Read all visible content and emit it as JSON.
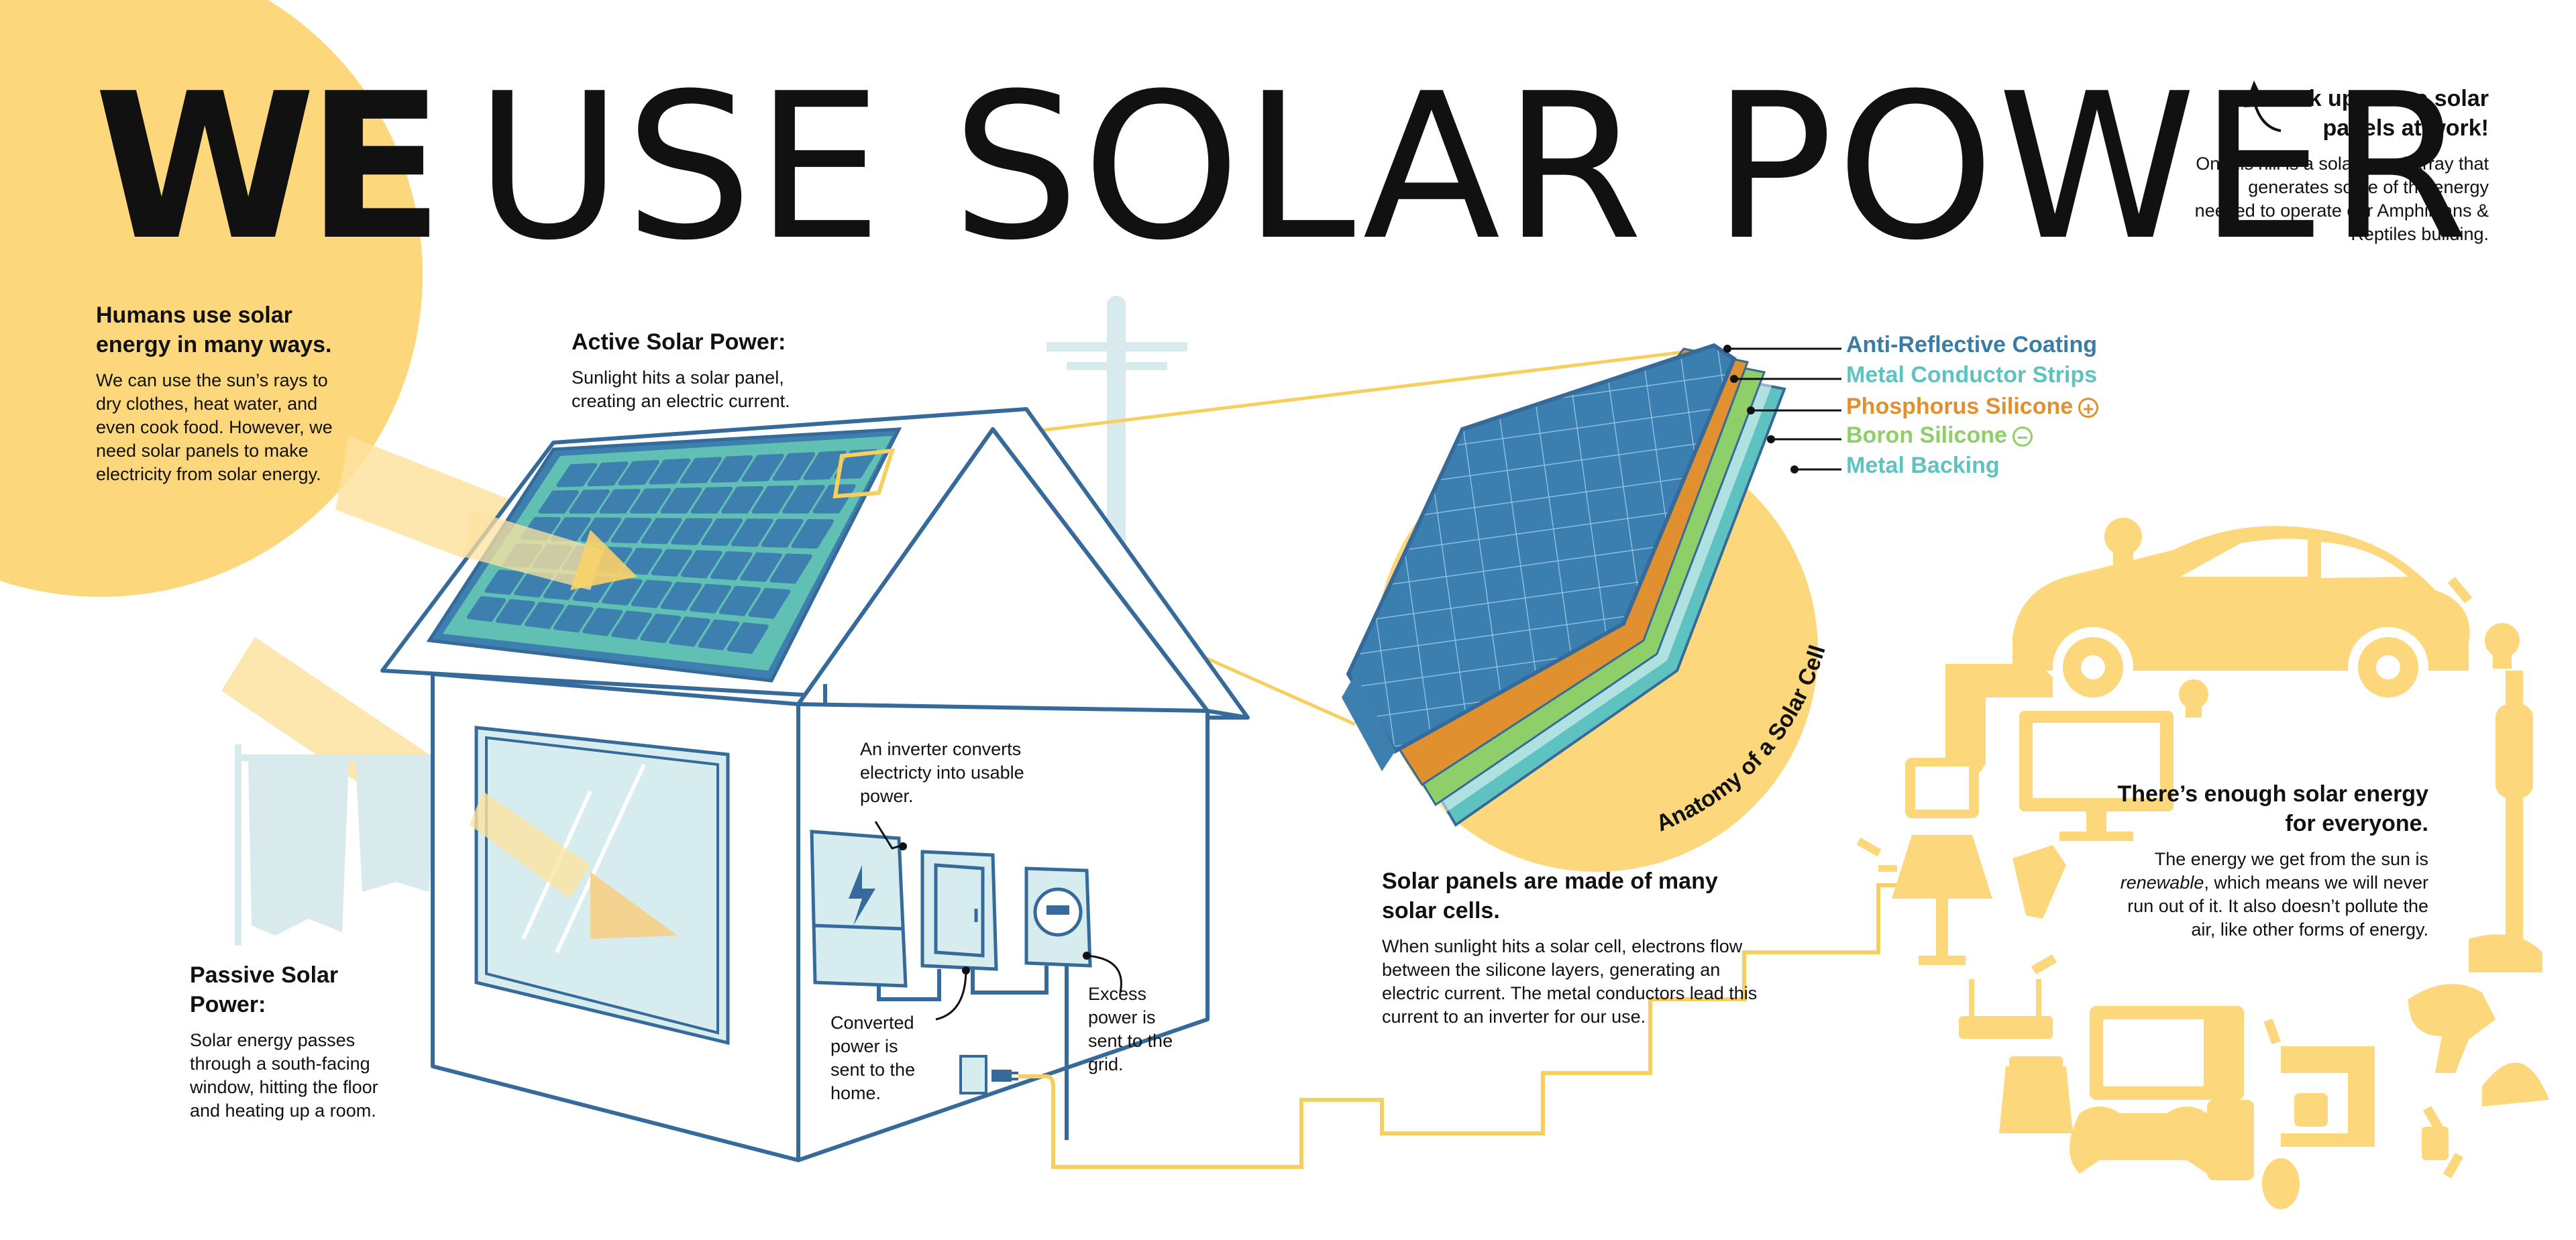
{
  "title": {
    "bold": "WE",
    "light": "USE SOLAR POWER"
  },
  "look_up": {
    "heading": "Look up to see solar panels at work!",
    "body": "On this hill is a solar panel array that generates some of the energy needed to operate our Amphibians & Reptiles building."
  },
  "humans": {
    "heading": "Humans use solar energy in many ways.",
    "body": "We can use the sun’s rays to dry clothes, heat water, and even cook food. However, we need solar panels to make electricity from solar energy."
  },
  "active": {
    "heading": "Active Solar Power:",
    "body": "Sunlight hits a solar panel, creating an electric current."
  },
  "passive": {
    "heading": "Passive Solar Power:",
    "body": "Solar energy passes through a south-facing window, hitting the floor and heating up a room."
  },
  "inverter": "An inverter converts electricty into usable power.",
  "converted": "Converted power is sent to the home.",
  "excess": "Excess power is sent to the grid.",
  "cells": {
    "heading": "Solar panels are made of many solar cells.",
    "body": "When sunlight hits a solar cell, electrons flow between the silicone layers, generating an electric current. The metal conductors lead this current to an inverter for our use."
  },
  "anatomy_label": "Anatomy of a Solar Cell",
  "layers": [
    {
      "label": "Anti-Reflective Coating",
      "color": "#3a7ca5",
      "badge": ""
    },
    {
      "label": "Metal Conductor Strips",
      "color": "#5ec3c0",
      "badge": ""
    },
    {
      "label": "Phosphorus Silicone",
      "color": "#e0902e",
      "badge": "+"
    },
    {
      "label": "Boron Silicone",
      "color": "#8fcf6a",
      "badge": "−"
    },
    {
      "label": "Metal Backing",
      "color": "#5ec3c0",
      "badge": ""
    }
  ],
  "enough": {
    "heading": "There’s enough solar energy for everyone.",
    "body_before": "The energy we get from the sun is ",
    "body_italic": "renewable",
    "body_after": ", which means we will never run out of it. It also doesn’t pollute the air, like other forms of energy."
  },
  "colors": {
    "sun": "#fdd77c",
    "sun_ray": "#fde3a0",
    "line_blue": "#356a9a",
    "panel_blue": "#3d7fae",
    "panel_teal": "#5fc0b3",
    "window": "#d6ecee",
    "ghost": "#d8eaec",
    "wire": "#f6cf5f"
  }
}
